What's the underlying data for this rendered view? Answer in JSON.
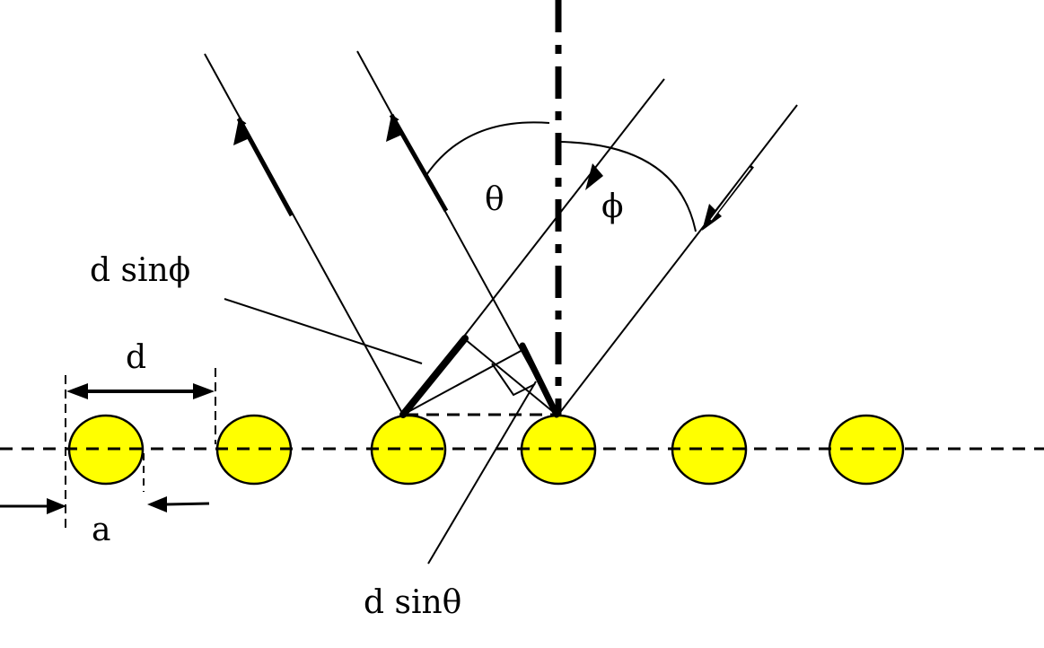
{
  "labels": {
    "theta": "θ",
    "phi": "ϕ",
    "d_sin_phi": "d sinϕ",
    "d_sin_theta": "d sinθ",
    "d": "d",
    "a": "a"
  },
  "colors": {
    "atom_fill": "#FFFF00",
    "line": "#000000"
  },
  "atoms": {
    "count": 6
  }
}
